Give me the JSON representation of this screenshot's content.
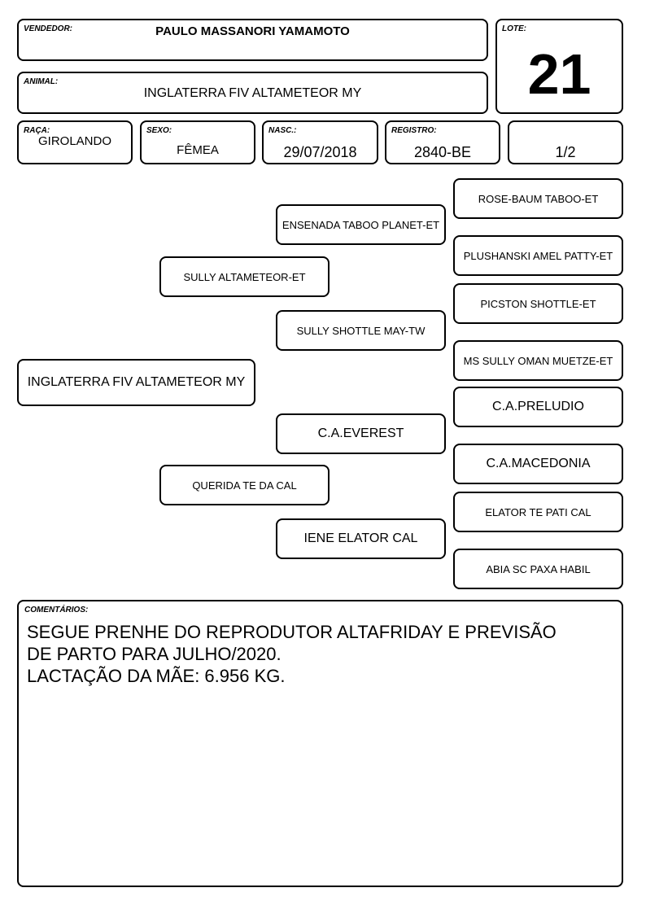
{
  "header": {
    "vendedor_label": "VENDEDOR:",
    "vendedor": "PAULO MASSANORI YAMAMOTO",
    "lote_label": "LOTE:",
    "lote": "21",
    "animal_label": "ANIMAL:",
    "animal": "INGLATERRA FIV ALTAMETEOR MY"
  },
  "info": {
    "raca_label": "RAÇA:",
    "raca": "GIROLANDO",
    "sexo_label": "SEXO:",
    "sexo": "FÊMEA",
    "nasc_label": "NASC.:",
    "nasc": "29/07/2018",
    "registro_label": "REGISTRO:",
    "registro": "2840-BE",
    "grau": "1/2"
  },
  "pedigree": {
    "animal": "INGLATERRA FIV ALTAMETEOR MY",
    "sire": "SULLY ALTAMETEOR-ET",
    "dam": "QUERIDA TE DA CAL",
    "sire_sire": "ENSENADA TABOO PLANET-ET",
    "sire_dam": "SULLY SHOTTLE MAY-TW",
    "dam_sire": "C.A.EVEREST",
    "dam_dam": "IENE ELATOR CAL",
    "ggp": [
      "ROSE-BAUM TABOO-ET",
      "PLUSHANSKI AMEL PATTY-ET",
      "PICSTON SHOTTLE-ET",
      "MS SULLY OMAN MUETZE-ET",
      "C.A.PRELUDIO",
      "C.A.MACEDONIA",
      "ELATOR TE PATI CAL",
      "ABIA SC PAXA HABIL"
    ]
  },
  "comments": {
    "label": "COMENTÁRIOS:",
    "line1": "SEGUE PRENHE DO REPRODUTOR ALTAFRIDAY E PREVISÃO",
    "line2": "DE PARTO PARA JULHO/2020.",
    "line3": "LACTAÇÃO DA MÃE: 6.956 KG."
  }
}
